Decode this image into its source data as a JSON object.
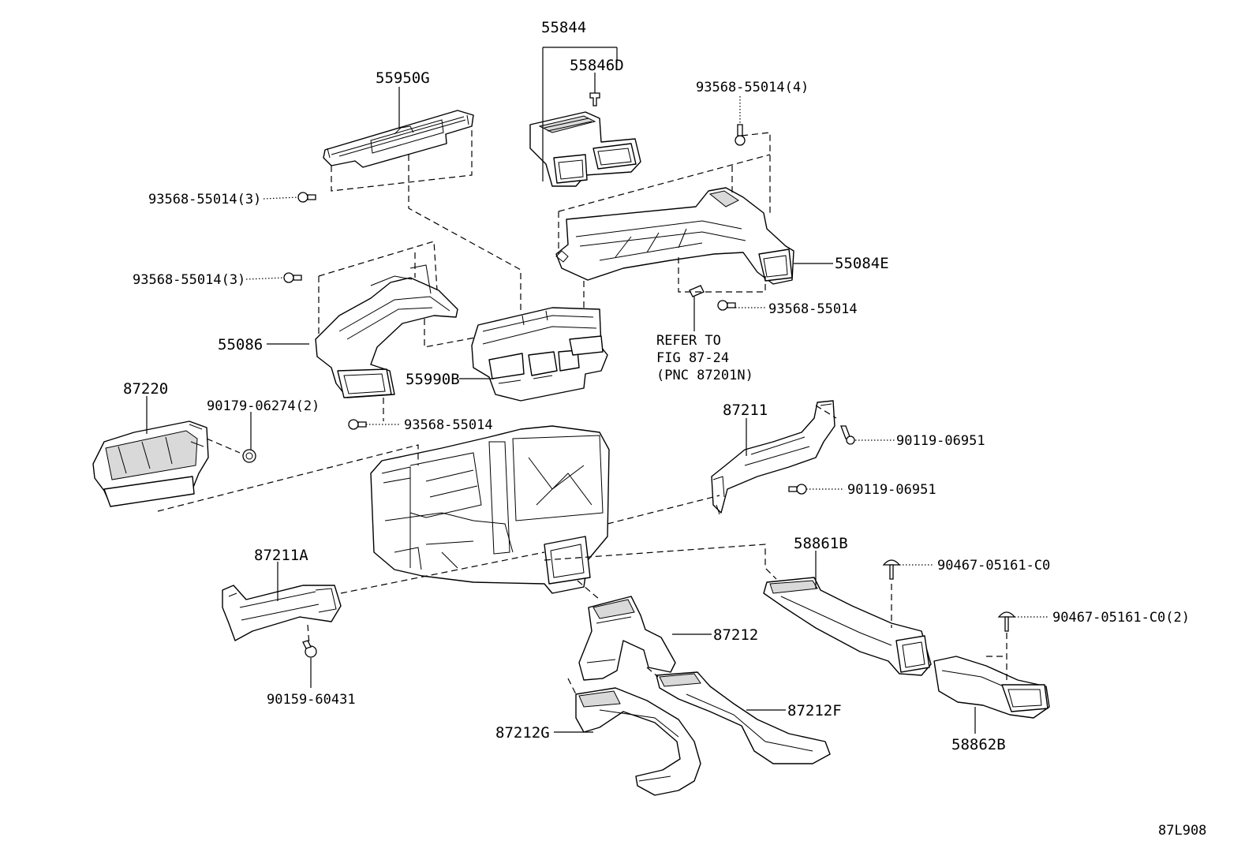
{
  "diagram": {
    "figure_code": "87L908",
    "parts": {
      "p55844": "55844",
      "p55846d": "55846D",
      "p55950g": "55950G",
      "p93568_3_top": "93568-55014(3)",
      "p93568_4": "93568-55014(4)",
      "p55084e": "55084E",
      "p93568_3_mid": "93568-55014(3)",
      "p93568_right": "93568-55014",
      "p55086": "55086",
      "p55990b": "55990B",
      "p87220": "87220",
      "p90179": "90179-06274(2)",
      "p93568_lower": "93568-55014",
      "p87211": "87211",
      "p90119_a": "90119-06951",
      "p90119_b": "90119-06951",
      "p58861b": "58861B",
      "p87211a": "87211A",
      "p90467_a": "90467-05161-C0",
      "p90467_b": "90467-05161-C0(2)",
      "p87212": "87212",
      "p90159": "90159-60431",
      "p87212f": "87212F",
      "p87212g": "87212G",
      "p58862b": "58862B"
    },
    "reference_note": {
      "line1": "REFER TO",
      "line2": "FIG 87-24",
      "line3": "(PNC 87201N)"
    }
  }
}
